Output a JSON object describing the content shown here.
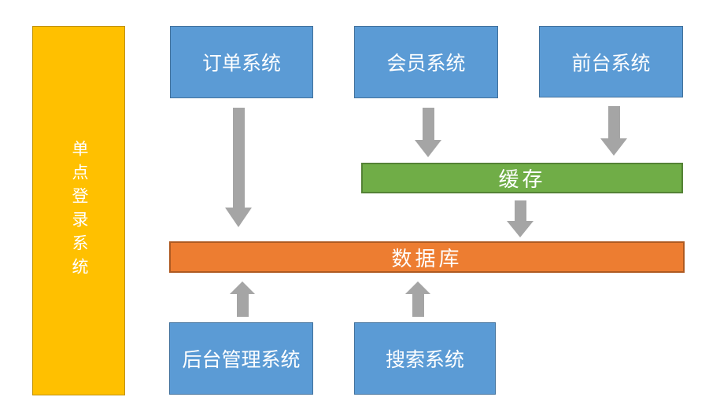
{
  "diagram": {
    "background": "#FFFFFF",
    "text_color": "#FFFFFF",
    "arrow_color": "#A5A5A5",
    "nodes": {
      "sso": {
        "label": "单点登录系统",
        "fill": "#FFC000",
        "border": "#BF9000",
        "orientation": "vertical"
      },
      "order": {
        "label": "订单系统",
        "fill": "#5B9BD5",
        "border": "#41719C",
        "orientation": "horizontal"
      },
      "member": {
        "label": "会员系统",
        "fill": "#5B9BD5",
        "border": "#41719C",
        "orientation": "horizontal"
      },
      "frontend": {
        "label": "前台系统",
        "fill": "#5B9BD5",
        "border": "#41719C",
        "orientation": "horizontal"
      },
      "cache": {
        "label": "缓存",
        "fill": "#70AD47",
        "border": "#548235",
        "orientation": "horizontal"
      },
      "database": {
        "label": "数据库",
        "fill": "#ED7D31",
        "border": "#AE5A21",
        "orientation": "horizontal"
      },
      "admin": {
        "label": "后台管理系统",
        "fill": "#5B9BD5",
        "border": "#41719C",
        "orientation": "horizontal"
      },
      "search": {
        "label": "搜索系统",
        "fill": "#5B9BD5",
        "border": "#41719C",
        "orientation": "horizontal"
      }
    },
    "edges": [
      {
        "from": "订单系统",
        "to": "数据库",
        "direction": "down"
      },
      {
        "from": "会员系统",
        "to": "缓存",
        "direction": "down"
      },
      {
        "from": "前台系统",
        "to": "缓存",
        "direction": "down"
      },
      {
        "from": "缓存",
        "to": "数据库",
        "direction": "down"
      },
      {
        "from": "后台管理系统",
        "to": "数据库",
        "direction": "up"
      },
      {
        "from": "搜索系统",
        "to": "数据库",
        "direction": "up"
      }
    ]
  }
}
